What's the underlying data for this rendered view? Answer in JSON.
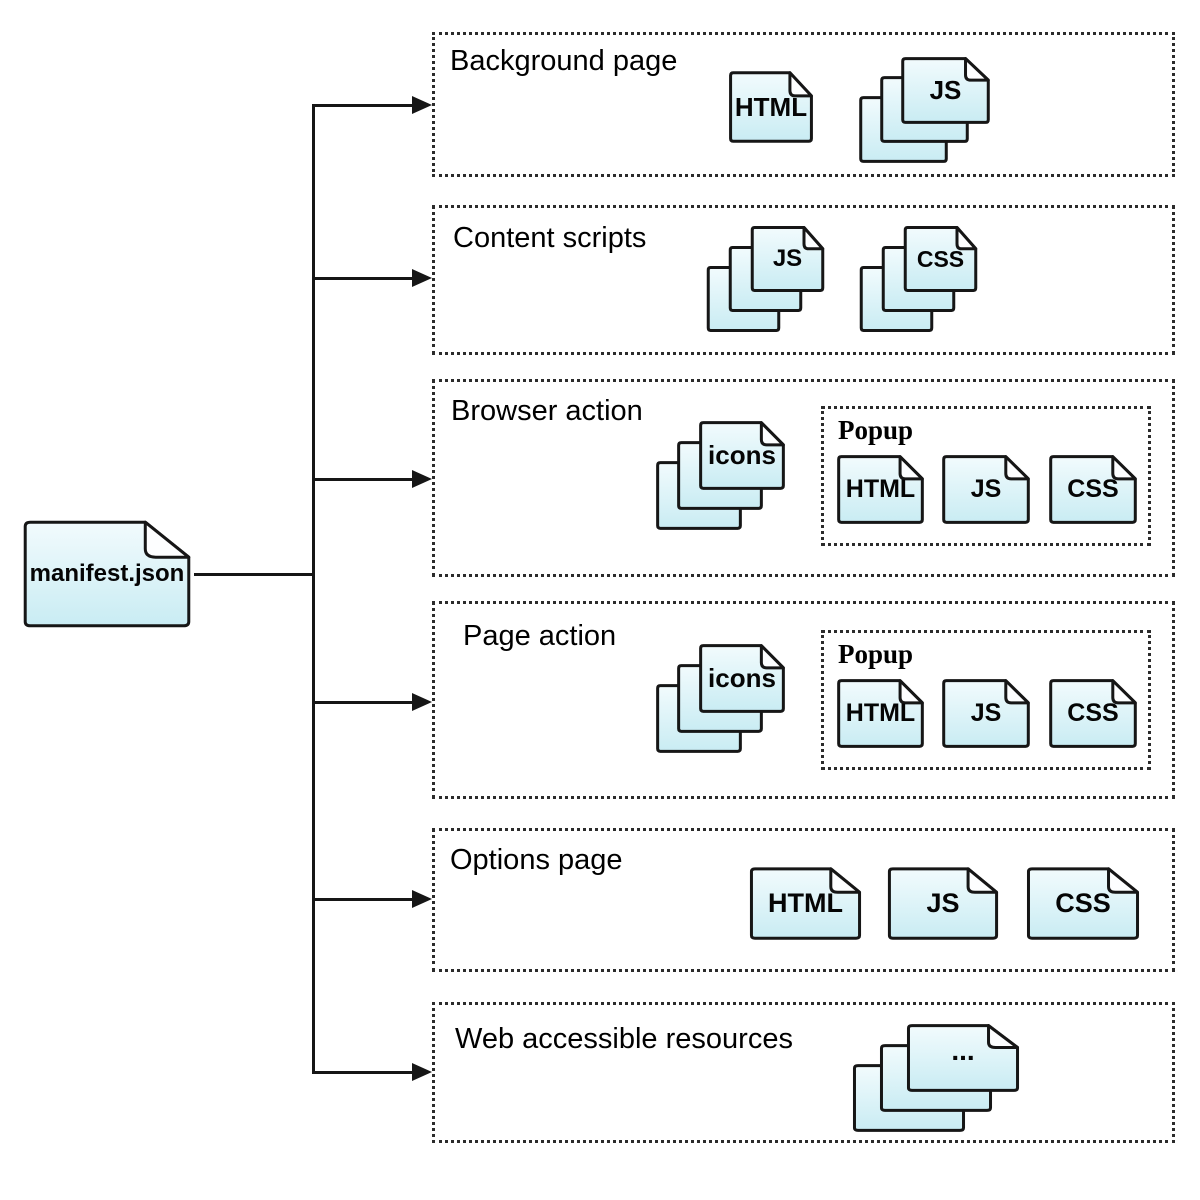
{
  "colors": {
    "doc_fill_top": "#f2fbfd",
    "doc_fill_bottom": "#c9ecf3",
    "line_color": "#161616",
    "border_color": "#2b2b2b"
  },
  "root_file": {
    "label": "manifest.json"
  },
  "sections": [
    {
      "title": "Background page",
      "files": [
        {
          "label": "HTML",
          "kind": "file"
        },
        {
          "label": "JS",
          "kind": "file-stack"
        }
      ]
    },
    {
      "title": "Content scripts",
      "files": [
        {
          "label": "JS",
          "kind": "file-stack"
        },
        {
          "label": "CSS",
          "kind": "file-stack"
        }
      ]
    },
    {
      "title": "Browser action",
      "files": [
        {
          "label": "icons",
          "kind": "file-stack"
        }
      ],
      "popup": {
        "title": "Popup",
        "files": [
          {
            "label": "HTML"
          },
          {
            "label": "JS"
          },
          {
            "label": "CSS"
          }
        ]
      }
    },
    {
      "title": "Page action",
      "files": [
        {
          "label": "icons",
          "kind": "file-stack"
        }
      ],
      "popup": {
        "title": "Popup",
        "files": [
          {
            "label": "HTML"
          },
          {
            "label": "JS"
          },
          {
            "label": "CSS"
          }
        ]
      }
    },
    {
      "title": "Options page",
      "files": [
        {
          "label": "HTML"
        },
        {
          "label": "JS"
        },
        {
          "label": "CSS"
        }
      ]
    },
    {
      "title": "Web accessible resources",
      "files": [
        {
          "label": "...",
          "kind": "file-stack"
        }
      ]
    }
  ]
}
